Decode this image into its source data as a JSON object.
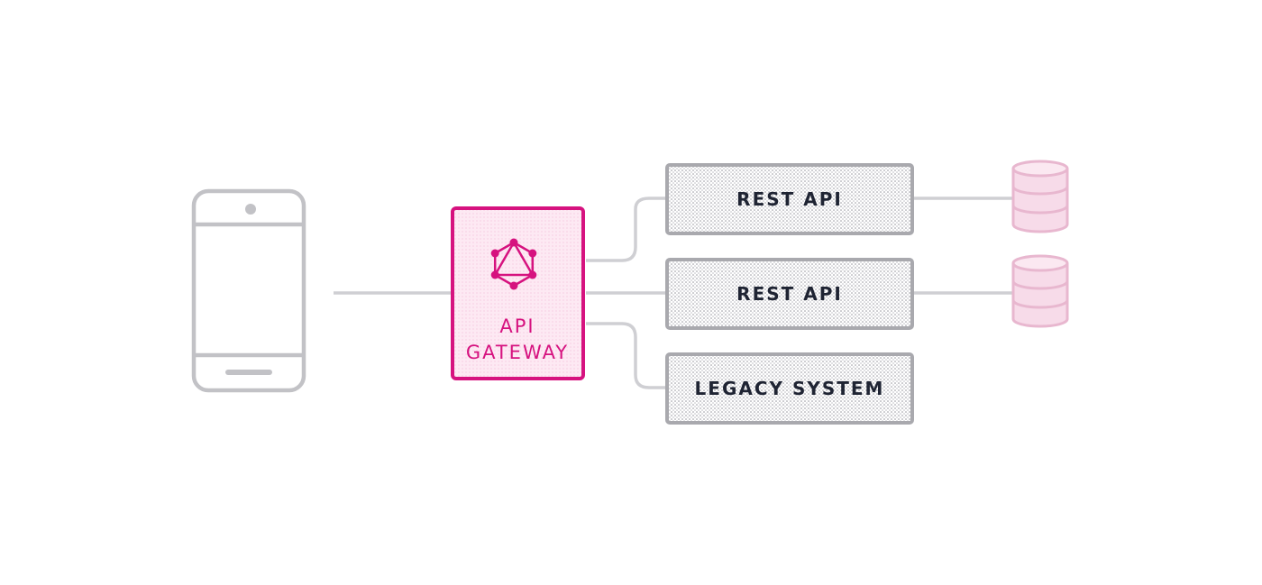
{
  "colors": {
    "accent": "#d6127f",
    "accent_fill": "#fde8f3",
    "box_border": "#a9a9ae",
    "line": "#cfcfd3",
    "device": "#c2c2c6",
    "db_fill": "#f7dbe9",
    "db_stroke": "#e8b7cf",
    "text": "#1f2433"
  },
  "client": {
    "icon": "mobile-phone-icon"
  },
  "gateway": {
    "icon": "graphql-logo-icon",
    "label_line1": "API",
    "label_line2": "GATEWAY"
  },
  "services": [
    {
      "label": "REST API",
      "has_database": true
    },
    {
      "label": "REST API",
      "has_database": true
    },
    {
      "label": "LEGACY SYSTEM",
      "has_database": false
    }
  ],
  "database_icon": "database-icon"
}
